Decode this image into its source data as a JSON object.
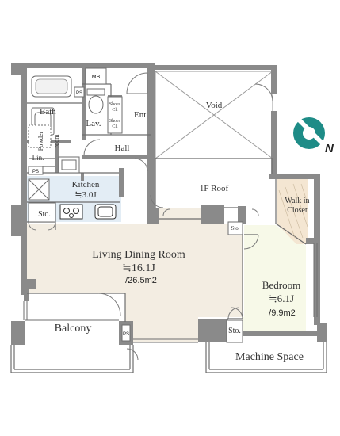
{
  "colors": {
    "wall": "#8a8a8a",
    "living": "#f3ede2",
    "kitchen": "#e3edf5",
    "bedroom": "#f7f9e8",
    "closet": "#f4e6d2",
    "line": "#6d6d6d",
    "compass": "#1e8c87",
    "compass_letter": "#2b5fa8"
  },
  "compass": {
    "letter": "N",
    "icon": "north-arrow-icon"
  },
  "rooms": {
    "mb": "MB",
    "bath": "Bath",
    "ps1": "PS",
    "lav": "Lav.",
    "shoes_cl_1": [
      "Shoes",
      "Cl."
    ],
    "shoes_cl_2": [
      "Shoes",
      "Cl."
    ],
    "ent": "Ent.",
    "void": "Void",
    "powder_room": [
      "Powder",
      "room"
    ],
    "lin": "Lin.",
    "ps2": "PS",
    "hall": "Hall",
    "kitchen": "Kitchen",
    "kitchen_size": "≒3.0J",
    "roof": "1F Roof",
    "walk_in_closet": [
      "Walk in",
      "Closet"
    ],
    "sto_kitchen": "Sto.",
    "sto_bedroom": "Sto.",
    "sto_bottom": "Sto.",
    "living": "Living Dining Room",
    "living_size_j": "≒16.1J",
    "living_size_m2": "/26.5m2",
    "bedroom": "Bedroom",
    "bedroom_size_j": "≒6.1J",
    "bedroom_size_m2": "/9.9m2",
    "balcony": "Balcony",
    "ps3": "PS",
    "machine_space": "Machine Space"
  }
}
